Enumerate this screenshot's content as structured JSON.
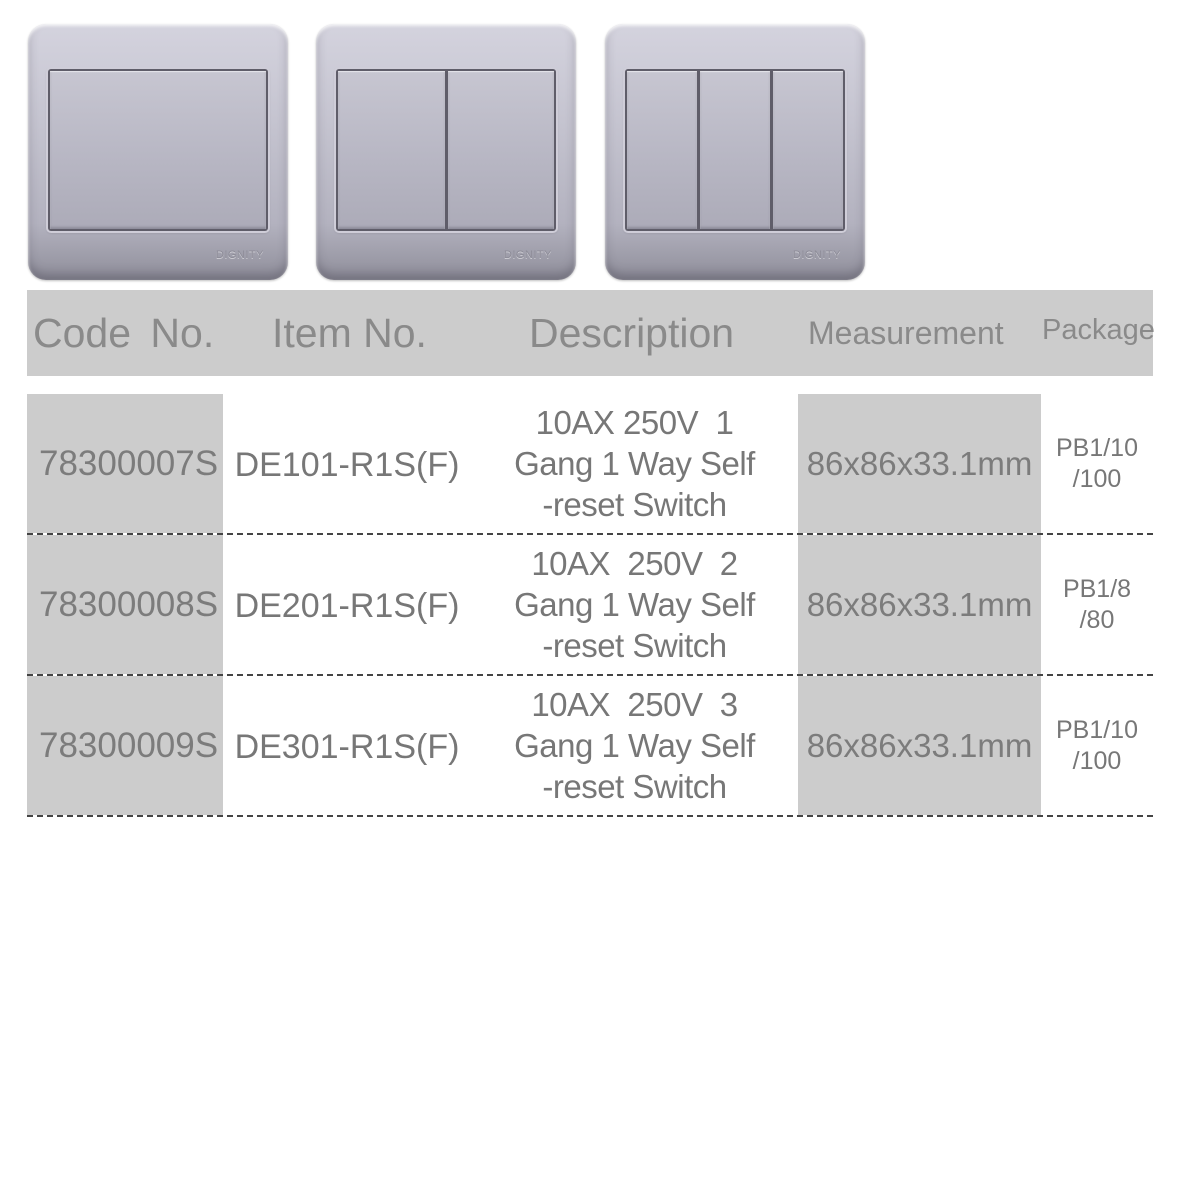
{
  "products": [
    {
      "rockers": 1,
      "brand": "DIGNITY"
    },
    {
      "rockers": 2,
      "brand": "DIGNITY"
    },
    {
      "rockers": 3,
      "brand": "DIGNITY"
    }
  ],
  "table": {
    "headers": {
      "code": "Code  No.",
      "item": "Item No.",
      "description": "Description",
      "measurement": "Measurement",
      "package": "Package"
    },
    "rows": [
      {
        "code": "78300007S",
        "item": "DE101-R1S(F)",
        "description": [
          "10AX 250V  1",
          "Gang 1 Way Self",
          "-reset Switch"
        ],
        "measurement": "86x86x33.1mm",
        "package": [
          "PB1/10",
          "/100"
        ]
      },
      {
        "code": "78300008S",
        "item": "DE201-R1S(F)",
        "description": [
          "10AX  250V  2",
          "Gang 1 Way Self",
          "-reset Switch"
        ],
        "measurement": "86x86x33.1mm",
        "package": [
          "PB1/8",
          "/80"
        ]
      },
      {
        "code": "78300009S",
        "item": "DE301-R1S(F)",
        "description": [
          "10AX  250V  3",
          "Gang 1 Way Self",
          "-reset Switch"
        ],
        "measurement": "86x86x33.1mm",
        "package": [
          "PB1/10",
          "/100"
        ]
      }
    ]
  }
}
